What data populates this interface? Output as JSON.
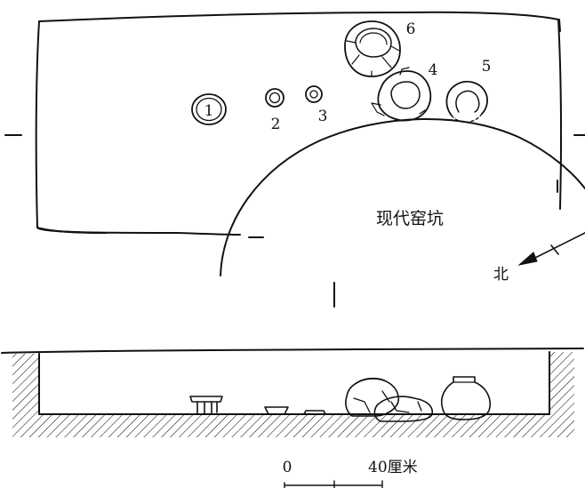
{
  "plan": {
    "items": [
      {
        "number": "1"
      },
      {
        "number": "2"
      },
      {
        "number": "3"
      },
      {
        "number": "4"
      },
      {
        "number": "5"
      },
      {
        "number": "6"
      }
    ],
    "pit_label": "现代窑坑",
    "north_label": "北"
  },
  "scale_bar": {
    "start_label": "0",
    "end_label": "40厘米"
  },
  "colors": {
    "line": "#111111",
    "background": "#ffffff"
  }
}
